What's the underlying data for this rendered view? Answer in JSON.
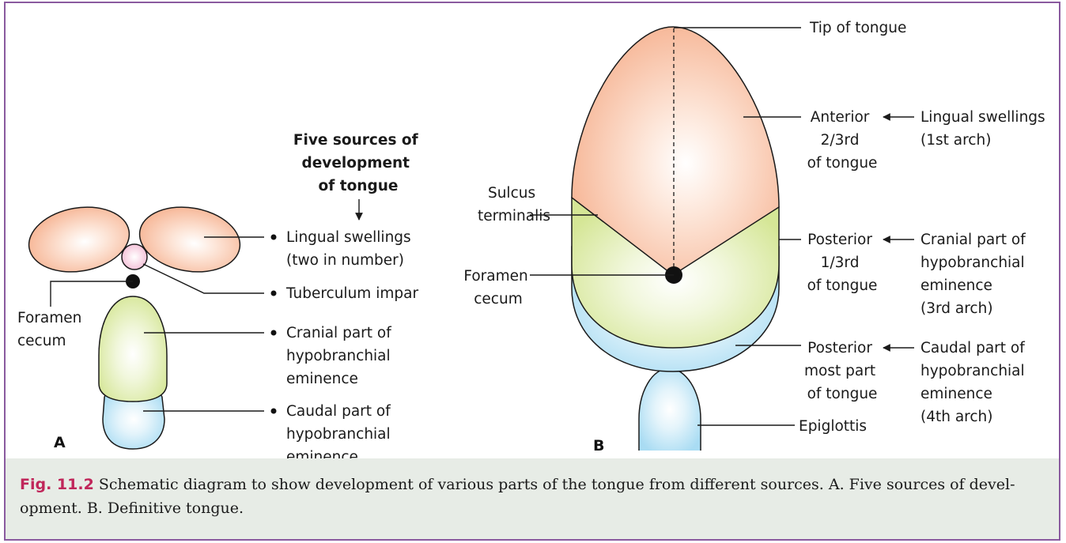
{
  "panel_a": {
    "letter": "A",
    "title_lines": [
      "Five sources of",
      "development",
      "of tongue"
    ],
    "foramen_label": [
      "Foramen",
      "cecum"
    ],
    "items": [
      {
        "lines": [
          "Lingual swellings",
          "(two in number)"
        ]
      },
      {
        "lines": [
          "Tuberculum impar"
        ]
      },
      {
        "lines": [
          "Cranial part of",
          "hypobranchial",
          "eminence"
        ]
      },
      {
        "lines": [
          "Caudal part of",
          "hypobranchial",
          "eminence"
        ]
      }
    ]
  },
  "panel_b": {
    "letter": "B",
    "tip_label": "Tip of tongue",
    "sulcus_label": [
      "Sulcus",
      "terminalis"
    ],
    "foramen_label": [
      "Foramen",
      "cecum"
    ],
    "parts": [
      {
        "lines": [
          "Anterior",
          "2/3rd",
          "of tongue"
        ]
      },
      {
        "lines": [
          "Posterior",
          "1/3rd",
          "of tongue"
        ]
      },
      {
        "lines": [
          "Posterior",
          "most part",
          "of tongue"
        ]
      },
      {
        "lines": [
          "Epiglottis"
        ]
      }
    ],
    "sources": [
      {
        "lines": [
          "Lingual swellings",
          "(1st arch)"
        ]
      },
      {
        "lines": [
          "Cranial part of",
          "hypobranchial",
          "eminence",
          "(3rd arch)"
        ]
      },
      {
        "lines": [
          "Caudal part of",
          "hypobranchial",
          "eminence",
          "(4th arch)"
        ]
      }
    ]
  },
  "caption": {
    "fig_number": "Fig. 11.2",
    "line1": "Schematic diagram to show development of various parts of the tongue from different sources. A. Five sources of devel-",
    "line2": "opment. B. Definitive tongue."
  },
  "colors": {
    "anterior": "#f6b392",
    "posterior": "#d8e89a",
    "caudal": "#a9dcf3",
    "impar": "#f3b8d2",
    "border": "#8a5a9f",
    "caption_bg": "#e7ece6",
    "fig_number": "#c0265a"
  }
}
